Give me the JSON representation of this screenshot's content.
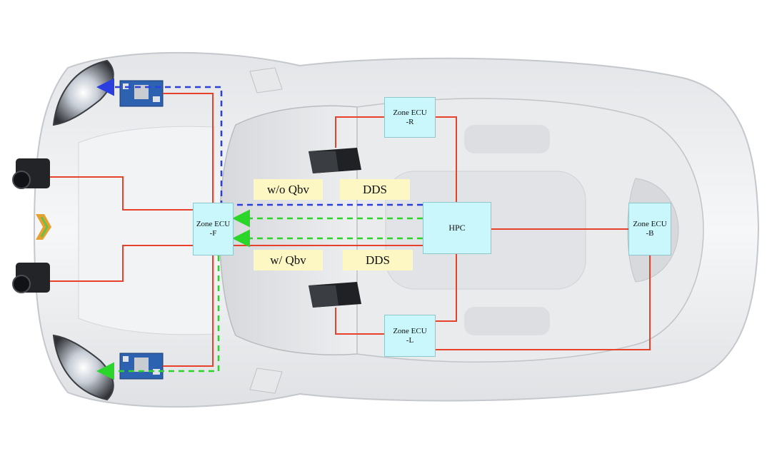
{
  "diagram": {
    "nodes": {
      "zone_f": {
        "line1": "Zone ECU",
        "line2": "-F"
      },
      "zone_r": {
        "line1": "Zone ECU",
        "line2": "-R"
      },
      "zone_l": {
        "line1": "Zone ECU",
        "line2": "-L"
      },
      "zone_b": {
        "line1": "Zone ECU",
        "line2": "-B"
      },
      "hpc": {
        "label": "HPC"
      }
    },
    "tags": {
      "wo_qbv": "w/o Qbv",
      "w_qbv": "w/ Qbv",
      "dds_top": "DDS",
      "dds_bottom": "DDS"
    },
    "colors": {
      "ethernet_link": "#e8412b",
      "path_without_qbv": "#2b3fe0",
      "path_with_qbv": "#2bd62b",
      "ecu_fill": "#c9f7fb",
      "tag_fill": "#fdf7c3"
    }
  }
}
